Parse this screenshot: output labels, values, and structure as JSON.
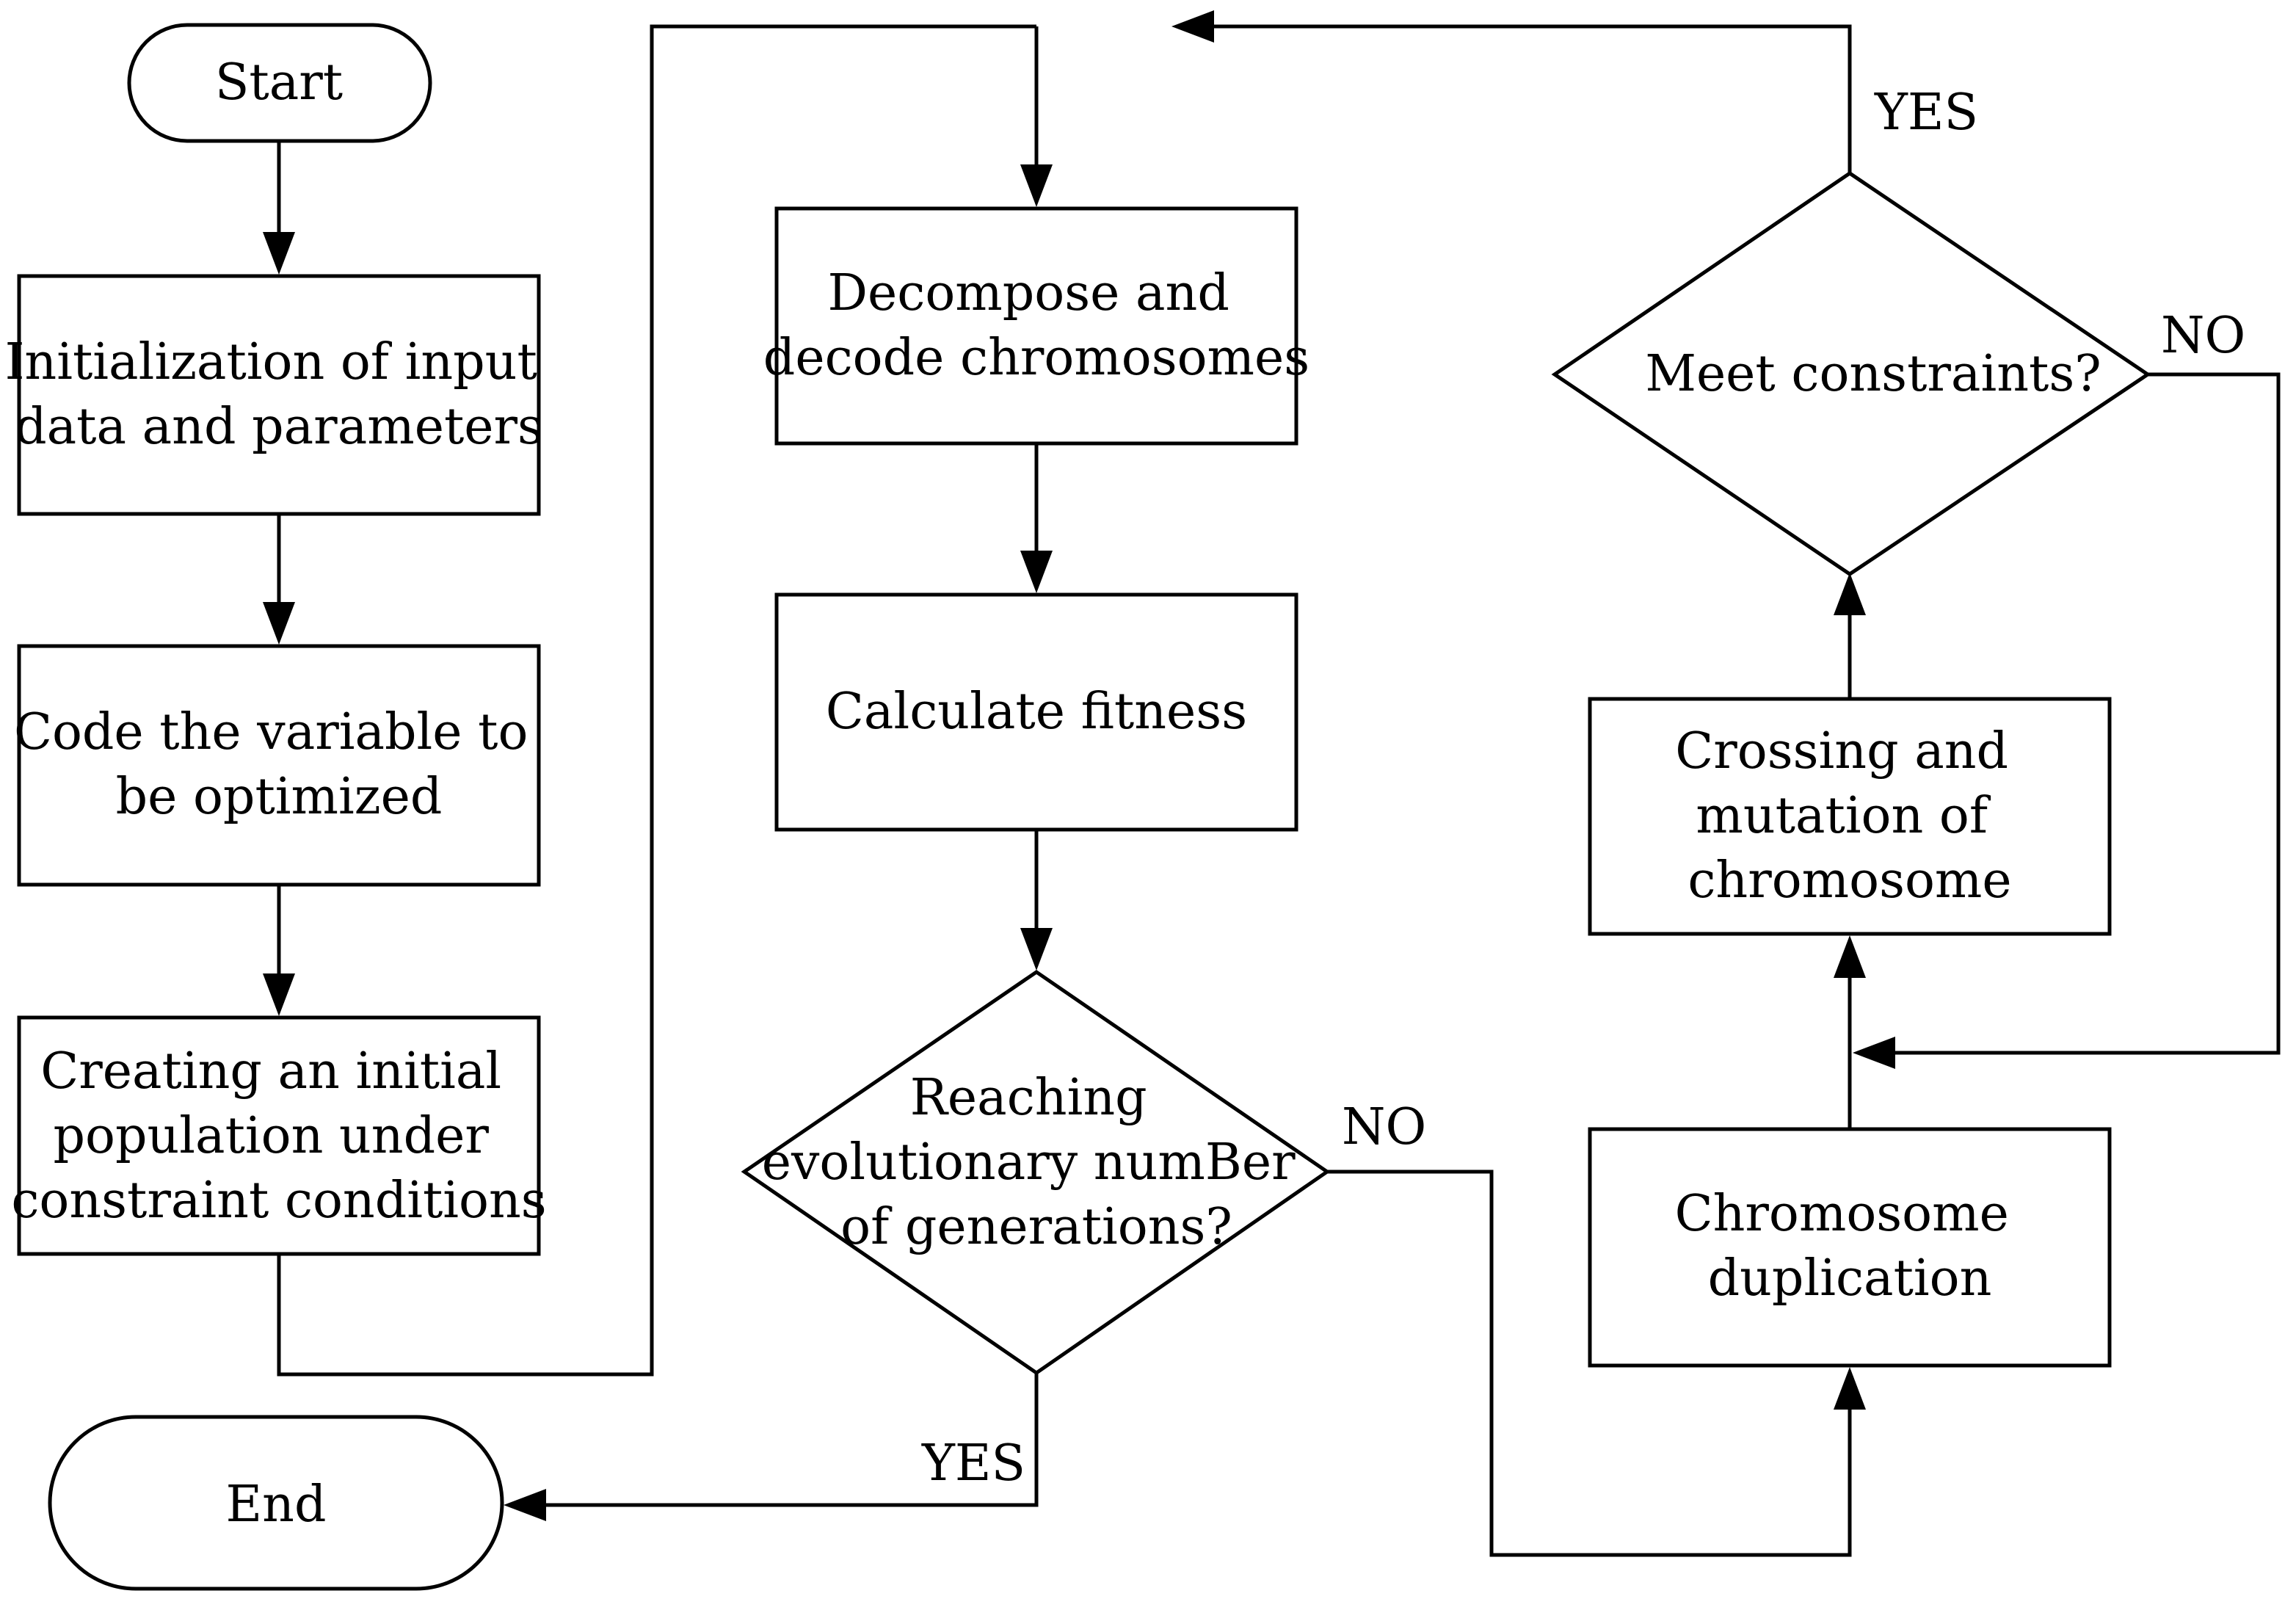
{
  "nodes": {
    "start": "Start",
    "init": [
      "Initialization of input",
      "data and parameters"
    ],
    "code": [
      "Code the variable to",
      "be optimized"
    ],
    "create": [
      "Creating an initial",
      "population under",
      "constraint conditions"
    ],
    "end": "End",
    "decompose": [
      "Decompose and",
      "decode chromosomes"
    ],
    "fitness": "Calculate fitness",
    "reaching": [
      "Reaching",
      "evolutionary numBer",
      "of generations?"
    ],
    "meet": "Meet constraints?",
    "crossing": [
      "Crossing and",
      "mutation of",
      "chromosome"
    ],
    "duplication": [
      "Chromosome",
      "duplication"
    ]
  },
  "edge_labels": {
    "reaching_yes": "YES",
    "reaching_no": "NO",
    "meet_yes": "YES",
    "meet_no": "NO"
  },
  "colors": {
    "stroke": "#000000",
    "background": "#ffffff"
  }
}
